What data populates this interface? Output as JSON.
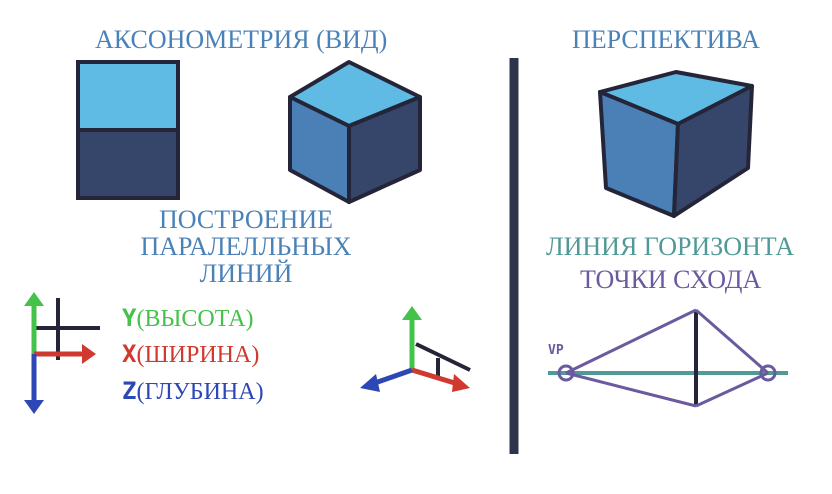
{
  "left_panel": {
    "title": "АКСОНОМЕТРИЯ (ВИД)",
    "subtitle_lines": [
      "ПОСТРОЕНИЕ",
      "ПАРАЛЕЛЛЬНЫХ",
      "ЛИНИЙ"
    ],
    "axes": [
      {
        "letter": "Y",
        "label": "(ВЫСОТА)",
        "color": "#44c24a"
      },
      {
        "letter": "X",
        "label": "(ШИРИНА)",
        "color": "#d0392f"
      },
      {
        "letter": "Z",
        "label": "(ГЛУБИНА)",
        "color": "#2d47b5"
      }
    ]
  },
  "right_panel": {
    "title": "ПЕРСПЕКТИВА",
    "horizon_label": "ЛИНИЯ ГОРИЗОНТА",
    "vanishing_label": "ТОЧКИ СХОДА",
    "vp_marker": "VP"
  },
  "colors": {
    "title": "#4a82b8",
    "horizon": "#4f9a96",
    "vanishing": "#6b5a9e",
    "cube_top": "#5fbbe4",
    "cube_front": "#4a80b6",
    "cube_side": "#36466a",
    "outline": "#25253a",
    "divider": "#2e344a"
  }
}
